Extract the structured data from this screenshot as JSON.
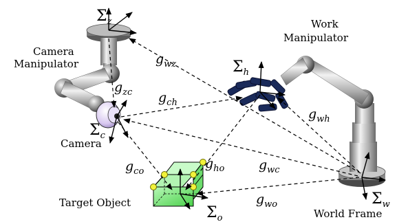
{
  "labels": {
    "camera_manipulator_line1": "Camera",
    "camera_manipulator_line2": "Manipulator",
    "camera": "Camera",
    "work_manipulator_line1": "Work",
    "work_manipulator_line2": "Manipulator",
    "target_object": "Target Object",
    "world_frame": "World Frame"
  },
  "frames": {
    "sigma": "Σ",
    "z": "z",
    "c": "c",
    "h": "h",
    "o": "o",
    "w": "w"
  },
  "transforms": {
    "g": "g",
    "wz": "wz",
    "zc": "zc",
    "ch": "ch",
    "wh": "wh",
    "co": "co",
    "ho": "ho",
    "wc": "wc",
    "wo": "wo"
  },
  "colors": {
    "gripper": "#1a2a5a",
    "object": "#8ef08e",
    "vertex": "#f2f23a"
  }
}
